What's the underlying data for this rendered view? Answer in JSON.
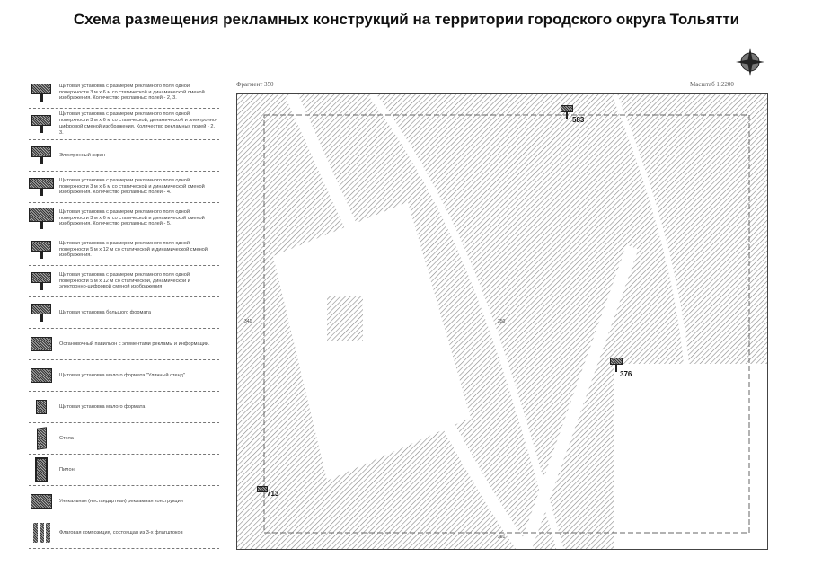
{
  "title": "Схема размещения рекламных конструкций на территории городского округа Тольятти",
  "fragment": "Фрагмент 350",
  "scale": "Масштаб 1:2200",
  "legend": [
    {
      "icon": "billboard-icon",
      "text": "Щитовая установка с размером рекламного поля одной поверхности 3 м х 6 м со статической и динамической сменой изображения. Количество рекламных полей - 2, 3."
    },
    {
      "icon": "billboard-digital-icon",
      "text": "Щитовая установка с размером рекламного поля одной поверхности 3 м х 6 м со статической, динамической и электронно-цифровой сменой изображения. Количество рекламных полей - 2, 3."
    },
    {
      "icon": "electronic-screen-icon",
      "text": "Электронный экран"
    },
    {
      "icon": "billboard-4-icon",
      "text": "Щитовая установка с размером рекламного поля одной поверхности 3 м х 6 м со статической и динамической сменой изображения. Количество рекламных полей - 4."
    },
    {
      "icon": "billboard-5-icon",
      "text": "Щитовая установка с размером рекламного поля одной поверхности 3 м х 6 м со статической и динамической сменой изображения. Количество рекламных полей - 5."
    },
    {
      "icon": "billboard-large-icon",
      "text": "Щитовая установка с размером рекламного поля одной поверхности 5 м х 12 м со статической и динамической сменой изображения."
    },
    {
      "icon": "billboard-large-digital-icon",
      "text": "Щитовая установка с размером рекламного поля одной поверхности 5 м х 12 м со статической, динамической и электронно-цифровой сменой изображения"
    },
    {
      "icon": "big-format-icon",
      "text": "Щитовая установка большого формата"
    },
    {
      "icon": "bus-stop-icon",
      "text": "Остановочный павильон с элементами рекламы и информации."
    },
    {
      "icon": "street-stand-icon",
      "text": "Щитовая установка малого формата \"Уличный стенд\""
    },
    {
      "icon": "small-format-icon",
      "text": "Щитовая установка малого формата"
    },
    {
      "icon": "stela-icon",
      "text": "Стела"
    },
    {
      "icon": "pylon-icon",
      "text": "Пилон"
    },
    {
      "icon": "unique-construction-icon",
      "text": "Уникальная (нестандартная) рекламная конструкция"
    },
    {
      "icon": "flags-icon",
      "text": "Флаговая композиция, состоящая из 3-х флагштоков"
    }
  ],
  "map": {
    "markers": [
      "583",
      "376",
      "713"
    ],
    "parcels": [
      "350",
      "341",
      "361"
    ]
  }
}
